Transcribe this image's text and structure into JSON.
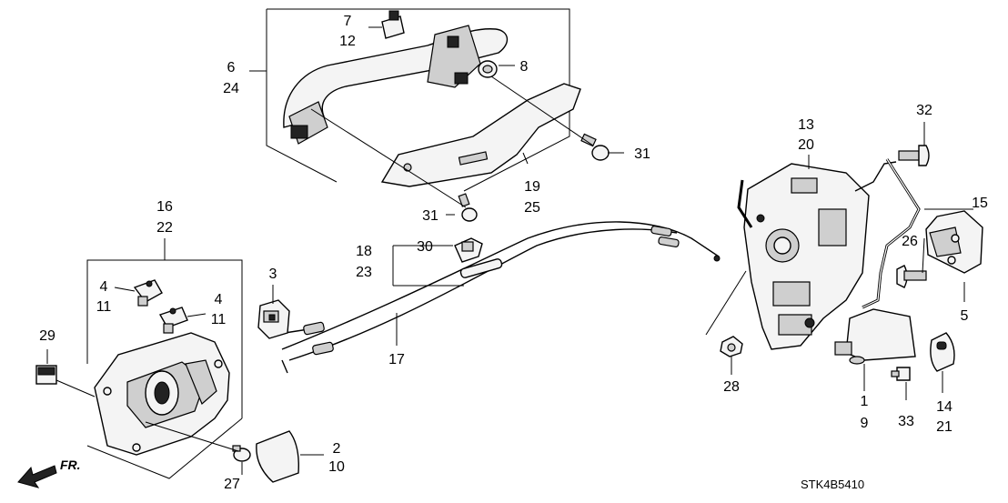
{
  "diagram_code": "STK4B5410",
  "front_label": "FR.",
  "labels": {
    "p7": "7",
    "p12": "12",
    "p6": "6",
    "p24": "24",
    "p8": "8",
    "p31a": "31",
    "p31b": "31",
    "p19": "19",
    "p25": "25",
    "p13": "13",
    "p20": "20",
    "p32": "32",
    "p15": "15",
    "p26": "26",
    "p5": "5",
    "p16": "16",
    "p22": "22",
    "p4a": "4",
    "p11a": "11",
    "p4b": "4",
    "p11b": "11",
    "p3": "3",
    "p18": "18",
    "p23": "23",
    "p30": "30",
    "p29": "29",
    "p17": "17",
    "p28": "28",
    "p1": "1",
    "p9": "9",
    "p33": "33",
    "p14": "14",
    "p21": "21",
    "p2": "2",
    "p10": "10",
    "p27": "27"
  }
}
